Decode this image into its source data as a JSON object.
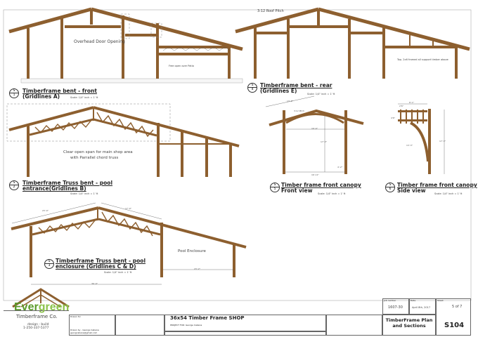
{
  "drawings": [
    {
      "num": "1",
      "sheet": "S",
      "title_line1": "Timberframe bent - front",
      "title_line2": "(Gridlines A)",
      "scale": "Scale: 1/4\" inch = 1' ft",
      "labels": [
        "Overhead Door Opening",
        "Free open over Patio"
      ]
    },
    {
      "num": "2",
      "sheet": "S",
      "title_line1": "Timberframe Truss bent - pool",
      "title_line2": "entrance(Gridlines B)",
      "scale": "Scale: 1/4\" inch = 1' ft",
      "labels": [
        "Clear open span for main shop area",
        "with Parrallel chord truss"
      ]
    },
    {
      "num": "3",
      "sheet": "S",
      "title_line1": "Timberframe Truss bent - pool",
      "title_line2": "enclosure (Gridlines C & D)",
      "scale": "Scale: 1/4\" inch = 1' ft",
      "labels": [
        "Pool Enclosure"
      ],
      "dims": [
        "23'-0\"",
        "17'-9\"",
        "23'-2\"",
        "36'-0\""
      ]
    },
    {
      "num": "4",
      "sheet": "S",
      "title_line1": "Timberframe bent - rear",
      "title_line2": "(Gridlines E)",
      "scale": "Scale: 1/4\" inch = 1' ft",
      "labels": [
        "3:12 Roof Pitch",
        "Top- 2x6 framed all support timber above"
      ]
    },
    {
      "num": "5",
      "sheet": "S",
      "title_line1": "Timber frame front canopy",
      "title_line2": "Front view",
      "scale": "Scale: 1/4\" inch = 1' ft",
      "dims": [
        "13'-6\"",
        "16'-4\"",
        "17'-3\"",
        "4'-2\"",
        "16'-11\""
      ],
      "labels": [
        "3:12 Pitch"
      ]
    },
    {
      "num": "6",
      "sheet": "S",
      "title_line1": "Timber frame front canopy",
      "title_line2": "Side view",
      "scale": "Scale: 1/4\" inch = 1' ft",
      "dims": [
        "8'-1\"",
        "2'6\"",
        "4'6\"",
        "13'-3\"",
        "17'-3\""
      ]
    }
  ],
  "title_block": {
    "logo_word1": "Ever",
    "logo_word2": "green",
    "company": "Timberframe Co.",
    "tagline": "design - build",
    "phone": "1-250-337-5377",
    "drawn_for_label": "Drawn for",
    "drawn_by": "Drawn by - George Cabana",
    "email": "georgcabana@gmail.com",
    "project_title": "36x54 Timber Frame SHOP",
    "project_sub": "PROJECT FOR: George Cabana",
    "job_number_label": "Job number",
    "job_number": "1607-30",
    "date_label": "Date",
    "date": "April 8th, 2017",
    "sheet_label": "Sheet",
    "sheet_of": "5 of 7",
    "drawing_title": "TimberFrame Plan and Sections",
    "sheet_code": "S104"
  },
  "colors": {
    "timber": "#9b6b37",
    "timber_dark": "#6a4420",
    "logo_green": "#5a9a2a"
  }
}
